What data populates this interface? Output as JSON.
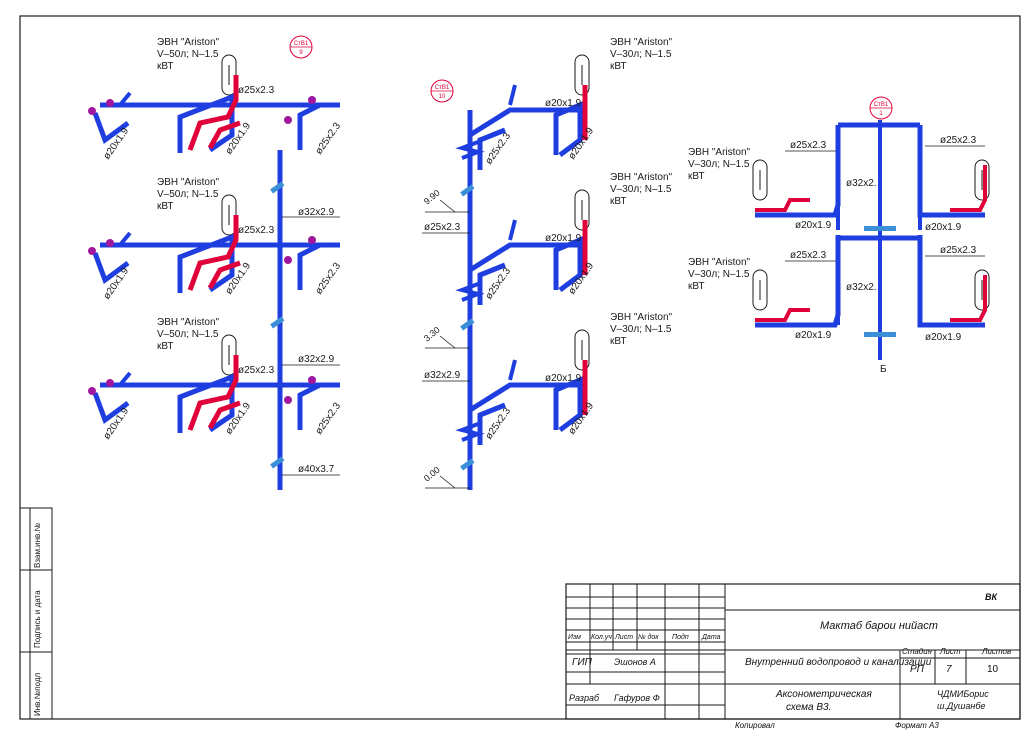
{
  "colors": {
    "pipe_blue": "#1f3ee0",
    "pipe_red": "#e0003a",
    "marker_magenta": "#a0179e",
    "tag_red": "#e0003a",
    "frame": "#1a1a1a"
  },
  "heater": {
    "label_50": [
      "ЭВН \"Ariston\"",
      "V–50л; N–1.5",
      "кВТ"
    ],
    "label_30": [
      "ЭВН \"Ariston\"",
      "V–30л; N–1.5",
      "кВТ"
    ]
  },
  "risers": {
    "r1": "СтВ1\n9",
    "r2": "СтВ1\n10",
    "r3": "СтВ1\n1"
  },
  "dims": {
    "d25x23": "ø25x2.3",
    "d20x19": "ø20x1.9",
    "d32x29": "ø32x2.9",
    "d40x37": "ø40x3.7",
    "d32x2": "ø32x2.",
    "d20x19_alt": "ø20x1.9"
  },
  "levels": [
    "9.90",
    "3.30",
    "0.00"
  ],
  "mark_b": "Б",
  "side_stamp": {
    "top": "Взам.инв.№",
    "mid": "Подпись и дата",
    "bottom": "Инв.№подл"
  },
  "title_block": {
    "code": "ВК",
    "org": "Мактаб барои нийаст",
    "headers": [
      "Изм",
      "Кол.уч",
      "Лист",
      "№ док",
      "Подп",
      "Дата"
    ],
    "role_gip": "ГИП",
    "name_gip": "Эшонов А",
    "role_dev": "Разраб",
    "name_dev": "Гафуров Ф",
    "project": "Внутренний водопровод и канализации",
    "stage_h": "Стадия",
    "sheet_h": "Лист",
    "sheets_h": "Листов",
    "stage_v": "РП",
    "sheet_v": "7",
    "sheets_v": "10",
    "drawing_title_1": "Аксонометрическая",
    "drawing_title_2": "схема В3.",
    "company_1": "ЧДМИБорис",
    "company_2": "ш.Душанбе",
    "copied": "Копировал",
    "format": "Формат А3"
  }
}
